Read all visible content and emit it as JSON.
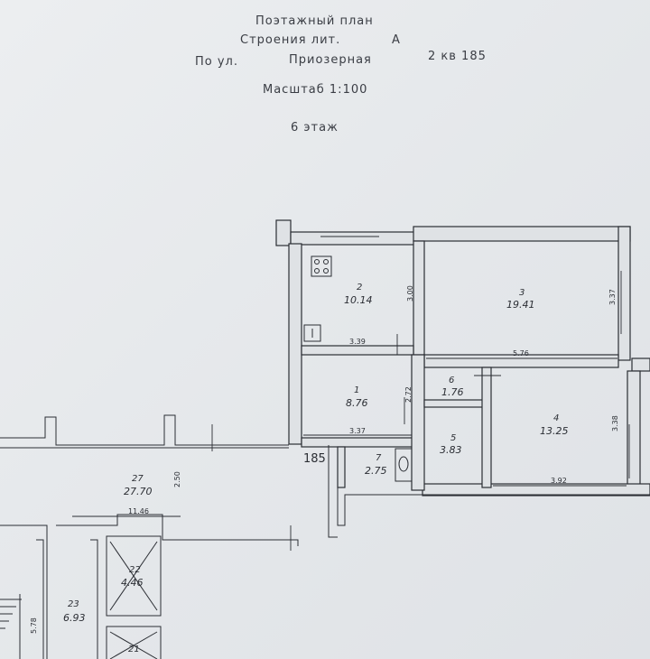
{
  "header": {
    "title": "Поэтажный план",
    "building_label": "Строения лит.",
    "building_letter": "А",
    "street_prefix": "По ул.",
    "street": "Приозерная",
    "house": "2 кв 185",
    "scale": "Масштаб 1:100",
    "floor": "6 этаж"
  },
  "apartment_label": "185",
  "rooms": [
    {
      "id": "2",
      "area": "10.14"
    },
    {
      "id": "3",
      "area": "19.41"
    },
    {
      "id": "1",
      "area": "8.76"
    },
    {
      "id": "6",
      "area": "1.76"
    },
    {
      "id": "4",
      "area": "13.25"
    },
    {
      "id": "5",
      "area": "3.83"
    },
    {
      "id": "7",
      "area": "2.75"
    },
    {
      "id": "27",
      "area": "27.70"
    },
    {
      "id": "22",
      "area": "4.46"
    },
    {
      "id": "23",
      "area": "6.93"
    },
    {
      "id": "21",
      "area": ""
    }
  ],
  "dimensions": {
    "d300": "3.00",
    "d337top": "3.37",
    "d339": "3.39",
    "d576": "5.76",
    "d272": "2.72",
    "d337": "3.37",
    "d338": "3.38",
    "d392": "3.92",
    "d250": "2.50",
    "d1146": "11.46",
    "d578": "5.78"
  },
  "icons": [
    "stove-icon",
    "sink-icon",
    "toilet-icon"
  ]
}
